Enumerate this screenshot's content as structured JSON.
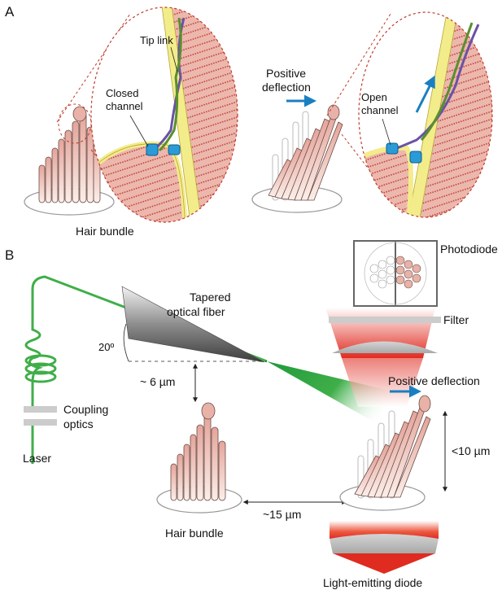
{
  "panel_a": {
    "letter": "A",
    "tip_link": "Tip link",
    "closed_channel": [
      "Closed",
      "channel"
    ],
    "positive_deflection": [
      "Positive",
      "deflection"
    ],
    "open_channel": [
      "Open",
      "channel"
    ],
    "hair_bundle": "Hair bundle"
  },
  "panel_b": {
    "letter": "B",
    "photodiode": "Photodiode",
    "tapered_fiber": [
      "Tapered",
      "optical fiber"
    ],
    "filter": "Filter",
    "angle": "20º",
    "distance_6": "~ 6 µm",
    "positive_deflection": "Positive deflection",
    "coupling_optics": [
      "Coupling",
      "optics"
    ],
    "distance_10": "<10 µm",
    "laser": "Laser",
    "distance_15": "~15 µm",
    "hair_bundle": "Hair bundle",
    "led": "Light-emitting diode"
  },
  "colors": {
    "laser_green": "#3fae49",
    "arrow_blue": "#1a7fc1",
    "hair_pink": "#e8b2a8",
    "membrane_yellow": "#f3ec8a",
    "tip_link_purple": "#6b52a4",
    "dashed_red": "#c0392b",
    "led_red": "#e02b20"
  }
}
